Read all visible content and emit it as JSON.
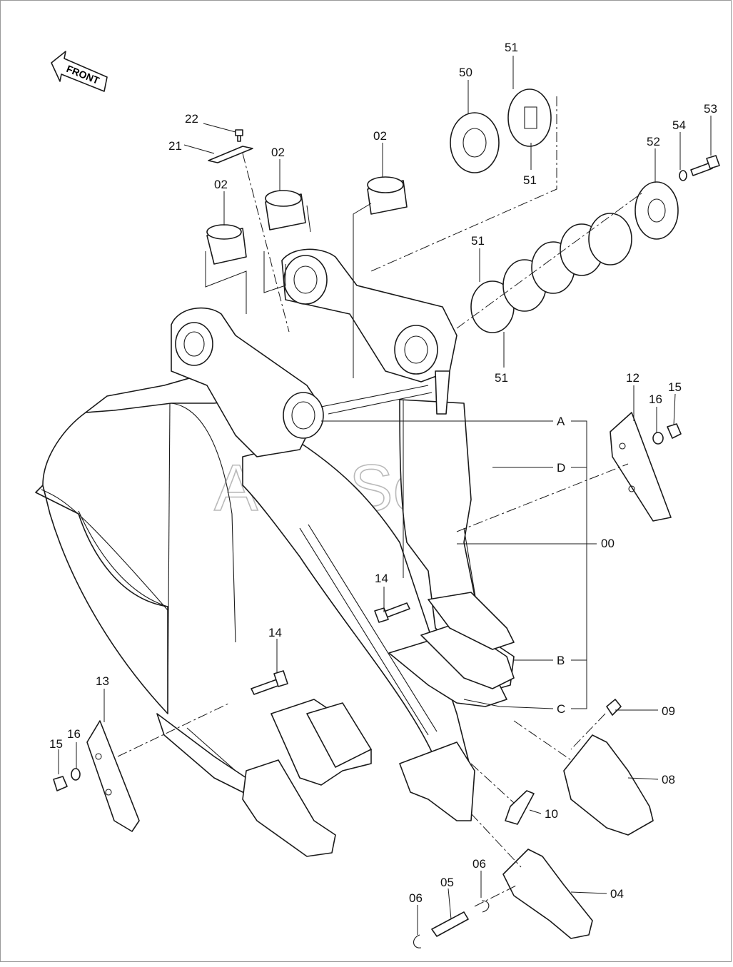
{
  "direction_label": "FRONT",
  "watermark": "AutoSoft",
  "callouts": {
    "c00": "00",
    "c02a": "02",
    "c02b": "02",
    "c02c": "02",
    "c04": "04",
    "c05": "05",
    "c06a": "06",
    "c06b": "06",
    "c08": "08",
    "c09": "09",
    "c10": "10",
    "c12": "12",
    "c13": "13",
    "c14a": "14",
    "c14b": "14",
    "c15a": "15",
    "c15b": "15",
    "c16a": "16",
    "c16b": "16",
    "c21": "21",
    "c22": "22",
    "c50": "50",
    "c51a": "51",
    "c51b": "51",
    "c51c": "51",
    "c51d": "51",
    "c52": "52",
    "c53": "53",
    "c54": "54"
  },
  "letters": {
    "A": "A",
    "B": "B",
    "C": "C",
    "D": "D"
  }
}
